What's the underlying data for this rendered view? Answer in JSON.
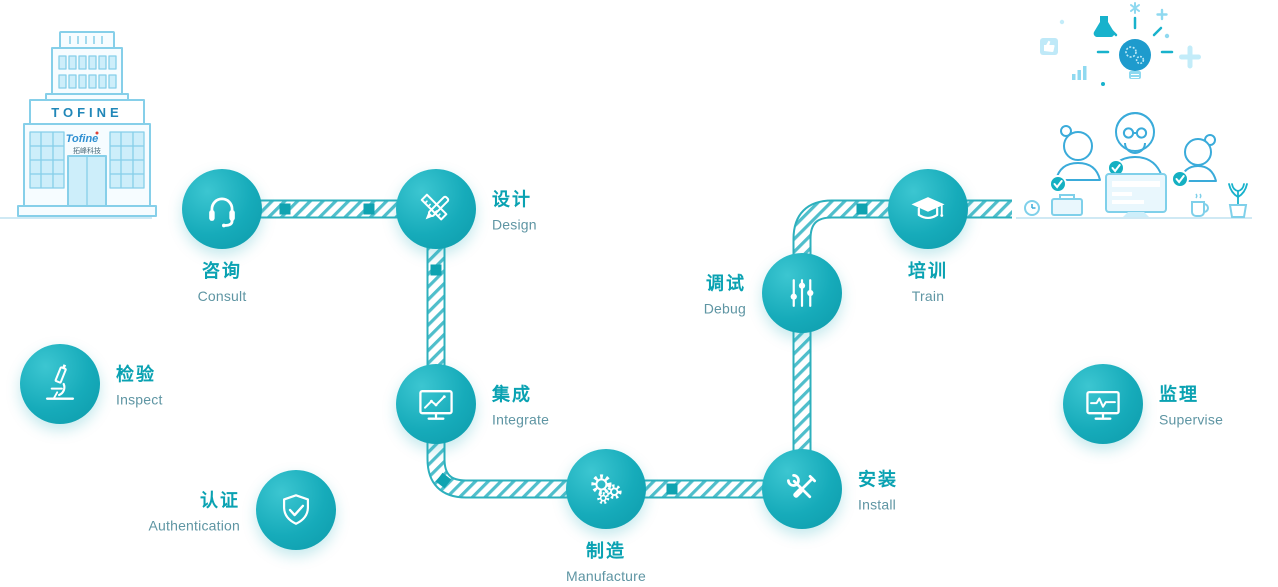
{
  "brand": {
    "sign_text": "TOFINE",
    "logo_text": "Tofine",
    "logo_sub": "拓峰科技"
  },
  "colors": {
    "accent": "#0fa3b1",
    "zh_text": "#0aa2b2",
    "en_text": "#5e95a3",
    "illustration_blue": "#7fd0ea"
  },
  "steps": [
    {
      "zh": "咨询",
      "en": "Consult",
      "icon": "headset-icon"
    },
    {
      "zh": "设计",
      "en": "Design",
      "icon": "design-tools-icon"
    },
    {
      "zh": "集成",
      "en": "Integrate",
      "icon": "monitor-chart-icon"
    },
    {
      "zh": "制造",
      "en": "Manufacture",
      "icon": "gears-icon"
    },
    {
      "zh": "安装",
      "en": "Install",
      "icon": "tools-icon"
    },
    {
      "zh": "调试",
      "en": "Debug",
      "icon": "sliders-icon"
    },
    {
      "zh": "培训",
      "en": "Train",
      "icon": "graduation-cap-icon"
    }
  ],
  "extras": [
    {
      "zh": "检验",
      "en": "Inspect",
      "icon": "microscope-icon"
    },
    {
      "zh": "认证",
      "en": "Authentication",
      "icon": "shield-check-icon"
    },
    {
      "zh": "监理",
      "en": "Supervise",
      "icon": "monitor-pulse-icon"
    }
  ]
}
